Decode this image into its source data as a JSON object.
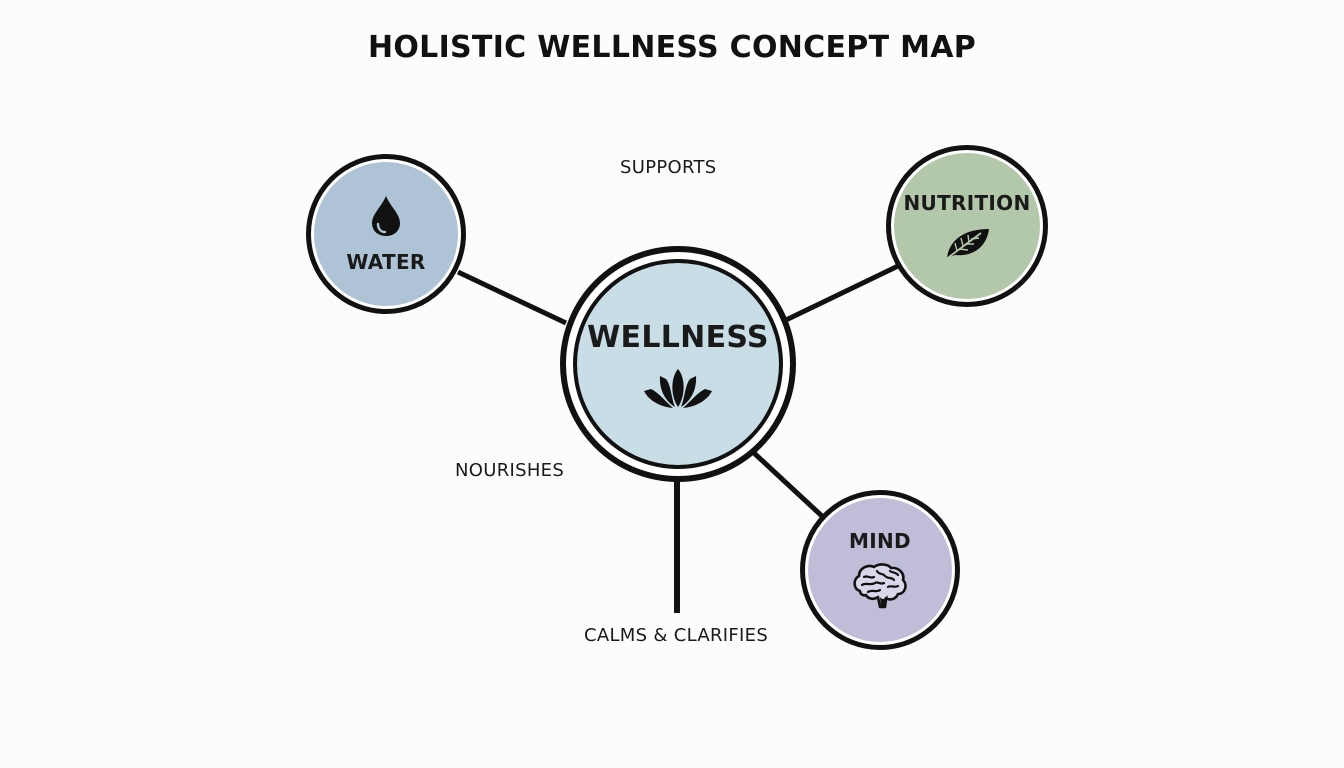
{
  "title": "HOLISTIC WELLNESS CONCEPT MAP",
  "colors": {
    "background": "#fcfcfc",
    "stroke": "#111111",
    "wellness_fill": "#c9dde6",
    "water_fill": "#aec3d6",
    "nutrition_fill": "#b3c7aa",
    "mind_fill": "#c0bdd8"
  },
  "nodes": {
    "center": {
      "label": "WELLNESS",
      "icon": "lotus-icon"
    },
    "water": {
      "label": "WATER",
      "icon": "water-drop-icon"
    },
    "nutrition": {
      "label": "NUTRITION",
      "icon": "leaf-icon"
    },
    "mind": {
      "label": "MIND",
      "icon": "brain-icon"
    }
  },
  "edge_labels": {
    "supports": "SUPPORTS",
    "nourishes": "NOURISHES",
    "calms": "CALMS & CLARIFIES"
  },
  "edges": [
    {
      "from": "WELLNESS",
      "to": "WATER"
    },
    {
      "from": "WELLNESS",
      "to": "NUTRITION"
    },
    {
      "from": "WELLNESS",
      "to": "MIND"
    },
    {
      "from": "WELLNESS",
      "to": "CALMS & CLARIFIES"
    }
  ]
}
